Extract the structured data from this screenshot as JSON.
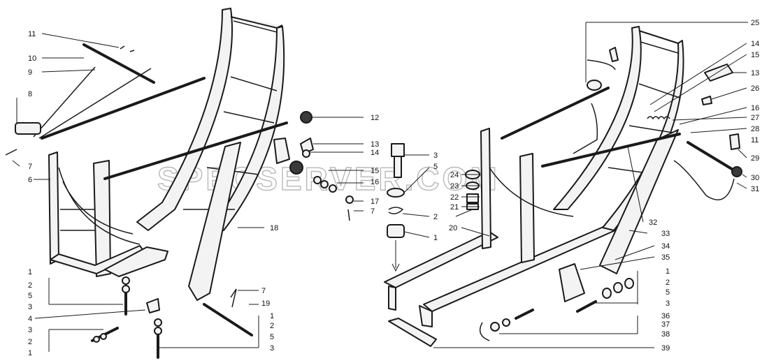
{
  "watermark": "SPECSERVER.COM",
  "left_labels": [
    {
      "id": "l11",
      "text": "11"
    },
    {
      "id": "l10",
      "text": "10"
    },
    {
      "id": "l9",
      "text": "9"
    },
    {
      "id": "l8",
      "text": "8"
    },
    {
      "id": "l7a",
      "text": "7"
    },
    {
      "id": "l6",
      "text": "6"
    },
    {
      "id": "l1a",
      "text": "1"
    },
    {
      "id": "l2a",
      "text": "2"
    },
    {
      "id": "l5a",
      "text": "5"
    },
    {
      "id": "l3a",
      "text": "3"
    },
    {
      "id": "l4",
      "text": "4"
    },
    {
      "id": "l3b",
      "text": "3"
    },
    {
      "id": "l2b",
      "text": "2"
    },
    {
      "id": "l1b",
      "text": "1"
    }
  ],
  "center_labels": [
    {
      "id": "c12",
      "text": "12"
    },
    {
      "id": "c13",
      "text": "13"
    },
    {
      "id": "c14",
      "text": "14"
    },
    {
      "id": "c15",
      "text": "15"
    },
    {
      "id": "c16",
      "text": "16"
    },
    {
      "id": "c17",
      "text": "17"
    },
    {
      "id": "c7",
      "text": "7"
    },
    {
      "id": "c18",
      "text": "18"
    },
    {
      "id": "c7b",
      "text": "7"
    },
    {
      "id": "c19",
      "text": "19"
    },
    {
      "id": "c1",
      "text": "1"
    },
    {
      "id": "c2",
      "text": "2"
    },
    {
      "id": "c5",
      "text": "5"
    },
    {
      "id": "c3",
      "text": "3"
    },
    {
      "id": "c3b",
      "text": "3"
    },
    {
      "id": "c5b",
      "text": "5"
    },
    {
      "id": "c24",
      "text": "24"
    },
    {
      "id": "c23",
      "text": "23"
    },
    {
      "id": "c22",
      "text": "22"
    },
    {
      "id": "c21",
      "text": "21"
    },
    {
      "id": "c2b",
      "text": "2"
    },
    {
      "id": "c20",
      "text": "20"
    },
    {
      "id": "c1b",
      "text": "1"
    }
  ],
  "right_labels": [
    {
      "id": "r25",
      "text": "25"
    },
    {
      "id": "r14",
      "text": "14"
    },
    {
      "id": "r15",
      "text": "15"
    },
    {
      "id": "r13",
      "text": "13"
    },
    {
      "id": "r26",
      "text": "26"
    },
    {
      "id": "r16",
      "text": "16"
    },
    {
      "id": "r27",
      "text": "27"
    },
    {
      "id": "r28",
      "text": "28"
    },
    {
      "id": "r11",
      "text": "11"
    },
    {
      "id": "r29",
      "text": "29"
    },
    {
      "id": "r30",
      "text": "30"
    },
    {
      "id": "r31",
      "text": "31"
    },
    {
      "id": "r32",
      "text": "32"
    },
    {
      "id": "r33",
      "text": "33"
    },
    {
      "id": "r34",
      "text": "34"
    },
    {
      "id": "r35",
      "text": "35"
    },
    {
      "id": "r1",
      "text": "1"
    },
    {
      "id": "r2",
      "text": "2"
    },
    {
      "id": "r5",
      "text": "5"
    },
    {
      "id": "r3",
      "text": "3"
    },
    {
      "id": "r36",
      "text": "36"
    },
    {
      "id": "r37",
      "text": "37"
    },
    {
      "id": "r38",
      "text": "38"
    },
    {
      "id": "r39",
      "text": "39"
    }
  ]
}
